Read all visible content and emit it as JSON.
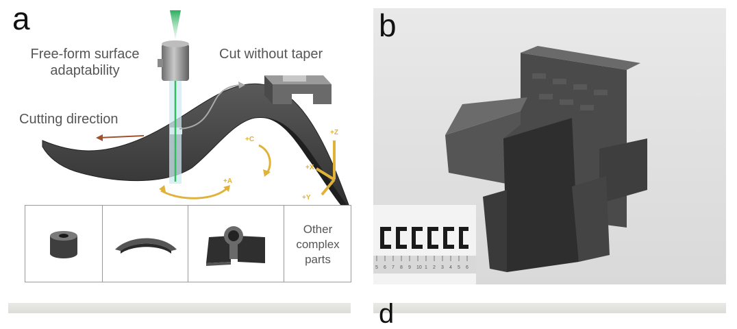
{
  "panels": {
    "a": {
      "letter": "a"
    },
    "b": {
      "letter": "b"
    },
    "d": {
      "letter": "d"
    }
  },
  "labels": {
    "free_form": "Free-form surface adaptability",
    "free_form_line1": "Free-form surface",
    "free_form_line2": "adaptability",
    "cut_taper": "Cut without taper",
    "cutting_direction": "Cutting direction"
  },
  "axes": {
    "c": "+C",
    "a": "+A",
    "x": "+X",
    "y": "+Y",
    "z": "+Z"
  },
  "parts": {
    "other_line1": "Other",
    "other_line2": "complex",
    "other_line3": "parts"
  },
  "ruler_ticks": [
    "5",
    "6",
    "7",
    "8",
    "9",
    "10",
    "1",
    "2",
    "3",
    "4",
    "5",
    "6"
  ],
  "colors": {
    "laser_green": "#2fbf5a",
    "axis_yellow": "#e0b23a",
    "arrow_brown": "#a0522d",
    "sheet_dark": "#3a3a3a"
  }
}
